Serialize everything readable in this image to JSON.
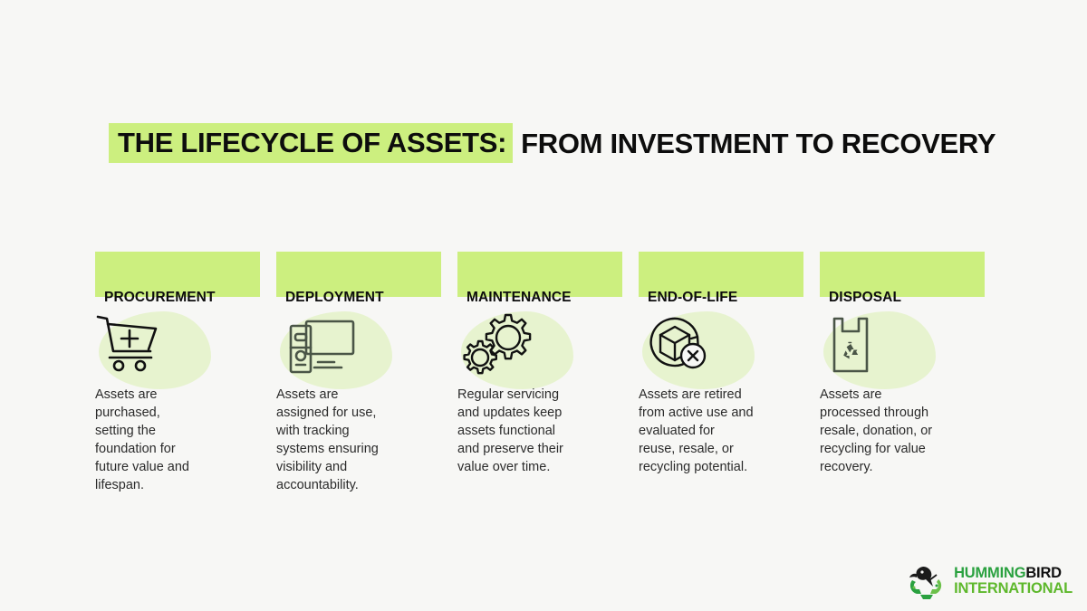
{
  "theme": {
    "background": "#f7f7f5",
    "accent_green": "#ccef7f",
    "blob_green": "#e7f3cf",
    "text_dark": "#0d0d0d",
    "body_text": "#2b2b2b",
    "logo_green": "#2aa13f",
    "logo_light_green": "#5eb82c"
  },
  "title": {
    "highlighted": "THE LIFECYCLE OF ASSETS:",
    "rest": "FROM INVESTMENT TO RECOVERY"
  },
  "stages": [
    {
      "label": "PROCUREMENT",
      "icon": "shopping-cart-plus-icon",
      "body": "Assets are purchased, setting the foundation for future value and lifespan."
    },
    {
      "label": "DEPLOYMENT",
      "icon": "desktop-computer-icon",
      "body": "Assets are assigned for use, with tracking systems ensuring visibility and accountability."
    },
    {
      "label": "MAINTENANCE",
      "icon": "gears-icon",
      "body": "Regular servicing and updates keep assets functional and preserve their value over time."
    },
    {
      "label": "END-OF-LIFE",
      "icon": "box-retire-x-icon",
      "body": "Assets are retired from active use and evaluated for reuse, resale, or recycling potential."
    },
    {
      "label": "DISPOSAL",
      "icon": "recycling-bag-icon",
      "body": "Assets are processed through resale, donation, or recycling for value recovery."
    }
  ],
  "logo": {
    "name_part1": "HUMMING",
    "name_part2": "BIRD",
    "subtitle": "INTERNATIONAL",
    "mark": "hummingbird-recycling-icon"
  }
}
